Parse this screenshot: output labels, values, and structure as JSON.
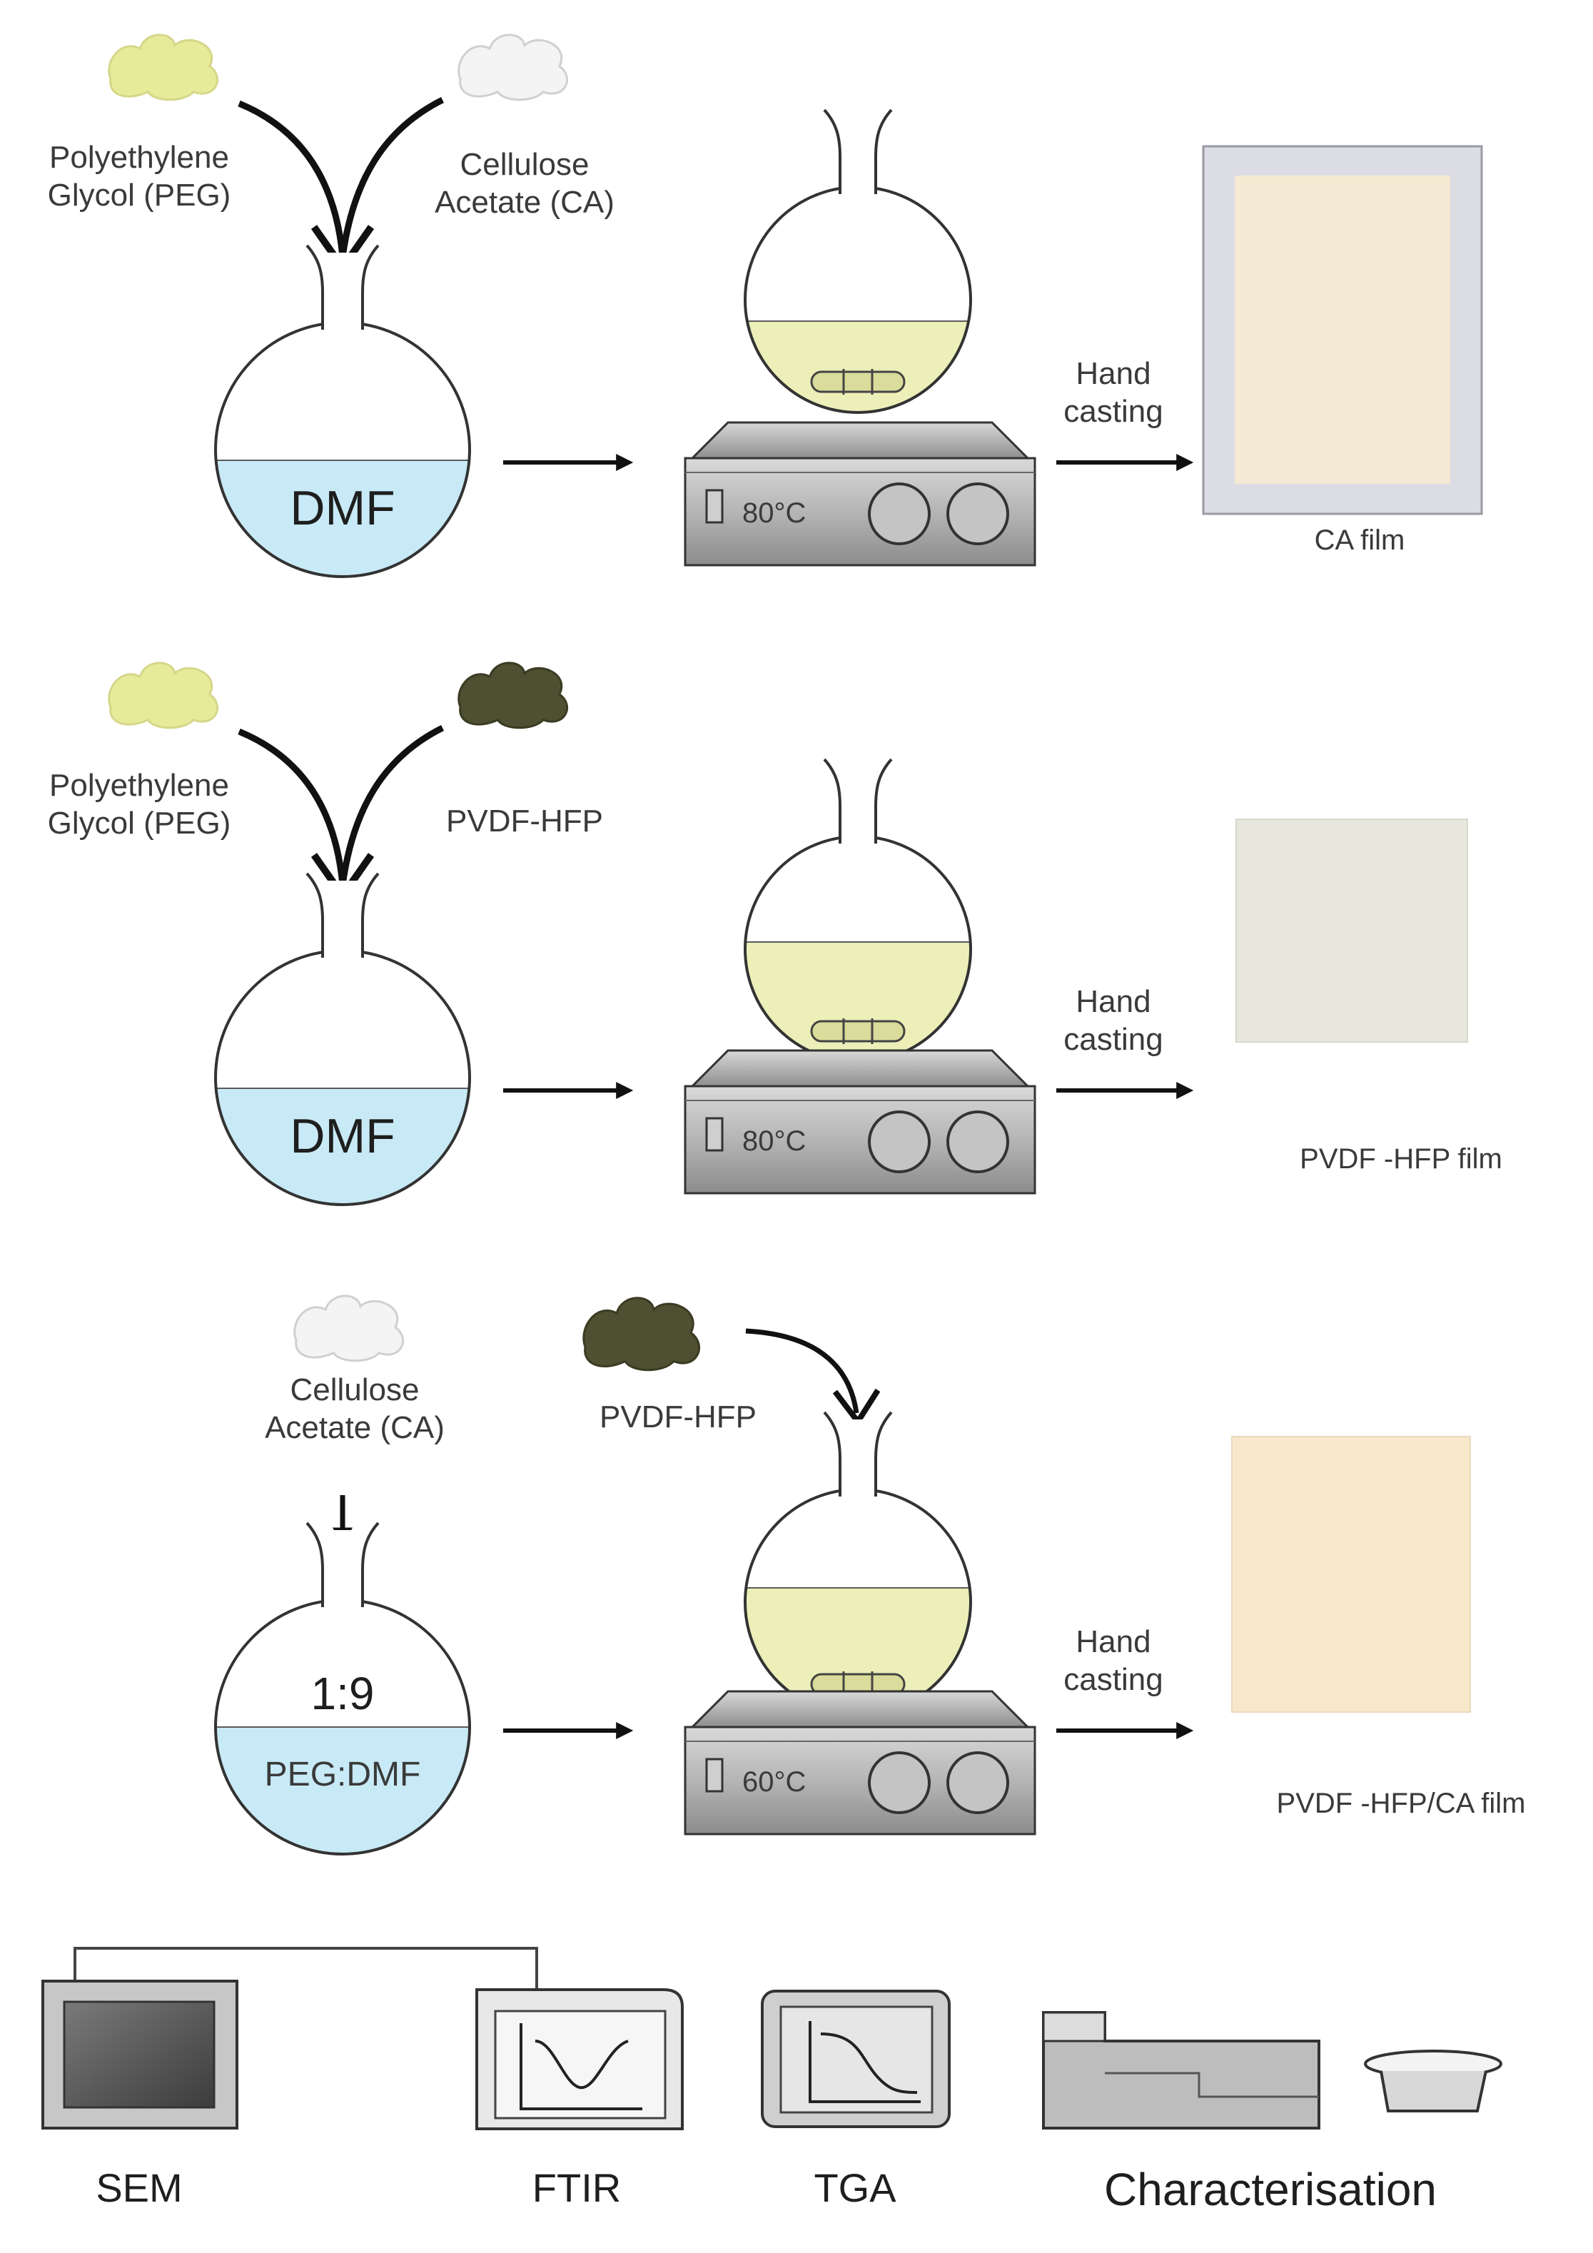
{
  "colors": {
    "peg": "#e6eb9a",
    "ca": "#f4f4f4",
    "pvdf": "#4f5032",
    "solvent": "#c8eaf6",
    "solution": "#ecefb8",
    "ca_film": "#f4e9d2",
    "ca_film_frame": "#dcdce4",
    "pvdf_film": "#e8e7de",
    "blend_film": "#f7e8cc",
    "stirrer_body": "#bdbdbd"
  },
  "rows": [
    {
      "reagent_a": "Polyethylene\nGlycol (PEG)",
      "reagent_b": "Cellulose\nAcetate (CA)",
      "solvent_label": "DMF",
      "temperature": "80°C",
      "step_label": "Hand\ncasting",
      "film_label": "CA  film"
    },
    {
      "reagent_a": "Polyethylene\nGlycol (PEG)",
      "reagent_b": "PVDF-HFP",
      "solvent_label": "DMF",
      "temperature": "80°C",
      "step_label": "Hand\ncasting",
      "film_label": "PVDF -HFP film"
    },
    {
      "reagent_a": "Cellulose\nAcetate (CA)",
      "reagent_b": "PVDF-HFP",
      "ratio_label": "1:9",
      "solvent_label": "PEG:DMF",
      "temperature": "60°C",
      "step_label": "Hand\ncasting",
      "film_label": "PVDF -HFP/CA film"
    }
  ],
  "characterisation": {
    "sem_label": "SEM",
    "ftir_label": "FTIR",
    "tga_label": "TGA",
    "title": "Characterisation"
  }
}
